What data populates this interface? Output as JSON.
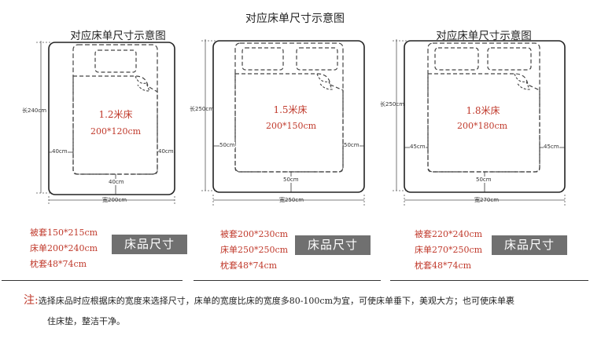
{
  "title": "对应床单尺寸示意图",
  "panels": [
    {
      "title": "对应床单尺寸示意图",
      "bed_label": "1.2米床",
      "bed_size": "200*120cm",
      "sheet_length": "长240cm",
      "sheet_width": "宽200cm",
      "side_left": "40cm",
      "side_right": "40cm",
      "side_bottom": "40cm",
      "specs": [
        "被套150*215cm",
        "床单200*240cm",
        "枕套48*74cm"
      ],
      "tag": "床品尺寸"
    },
    {
      "title": "",
      "bed_label": "1.5米床",
      "bed_size": "200*150cm",
      "sheet_length": "长250cm",
      "sheet_width": "宽250cm",
      "side_left": "50cm",
      "side_right": "50cm",
      "side_bottom": "50cm",
      "specs": [
        "被套200*230cm",
        "床单250*250cm",
        "枕套48*74cm"
      ],
      "tag": "床品尺寸"
    },
    {
      "title": "对应床单尺寸示意图",
      "bed_label": "1.8米床",
      "bed_size": "200*180cm",
      "sheet_length": "长250cm",
      "sheet_width": "宽270cm",
      "side_left": "45cm",
      "side_right": "45cm",
      "side_bottom": "50cm",
      "specs": [
        "被套220*240cm",
        "床单270*250cm",
        "枕套48*74cm"
      ],
      "tag": "床品尺寸"
    }
  ],
  "note": {
    "mark": "注:",
    "line1": "选择床品时应根据床的宽度来选择尺寸，床单的宽度比床的宽度多80-100cm为宜，可使床单垂下，美观大方；也可使床单裹",
    "line2": "住床垫，整洁干净。"
  }
}
